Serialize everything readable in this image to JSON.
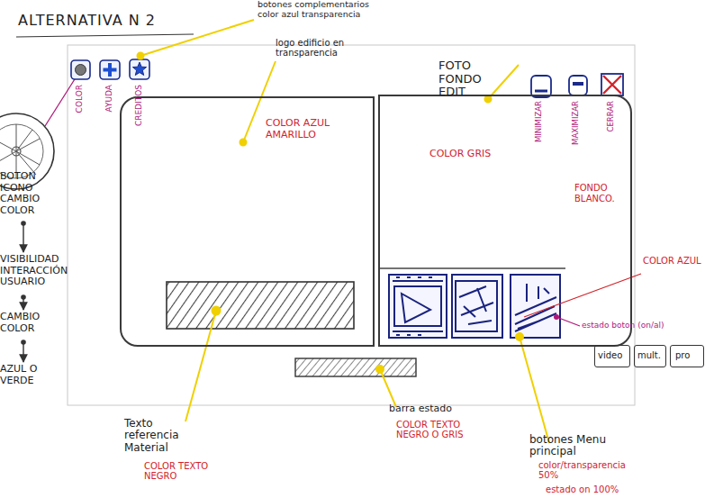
{
  "diagram": {
    "title": "ALTERNATIVA N 2",
    "nodes": [
      {
        "text": [
          "COLOR AZUL AMARILLO"
        ]
      },
      {
        "text": [
          "COLOR GRIS",
          "FONDO BLANCO."
        ]
      },
      {
        "text": [
          "BOTON ICONO CAMBIO COLOR"
        ]
      },
      {
        "text": [
          "VISIBILIDAD INTERACCIÓN USUARIO"
        ]
      },
      {
        "text": [
          "CAMBIO COLOR"
        ]
      },
      {
        "text": [
          "AZUL O VERDE"
        ]
      },
      {
        "text": [
          "video"
        ]
      },
      {
        "text": [
          "mult."
        ]
      },
      {
        "text": [
          "pro"
        ]
      }
    ],
    "edges": [
      {
        "from": 2,
        "to": 3,
        "arrow": "to"
      },
      {
        "from": 3,
        "to": 4,
        "arrow": "to"
      },
      {
        "from": 4,
        "to": 5,
        "arrow": "to"
      }
    ],
    "labels": [
      "botones complementarios color azul transparencia",
      "logo edificio en transparencia",
      "FOTO FONDO EDIT",
      "COLOR",
      "AYUDA",
      "CREDITOS",
      "MINIMIZAR",
      "MAXIMIZAR",
      "CERRAR",
      "COLOR AZUL",
      "estado boton (on/al)",
      "Texto referencia Material",
      "COLOR TEXTO NEGRO",
      "barra estado",
      "COLOR TEXTO NEGRO O GRIS",
      "botones Menu principal",
      "color/transparencia 50%",
      "estado on 100%"
    ]
  }
}
